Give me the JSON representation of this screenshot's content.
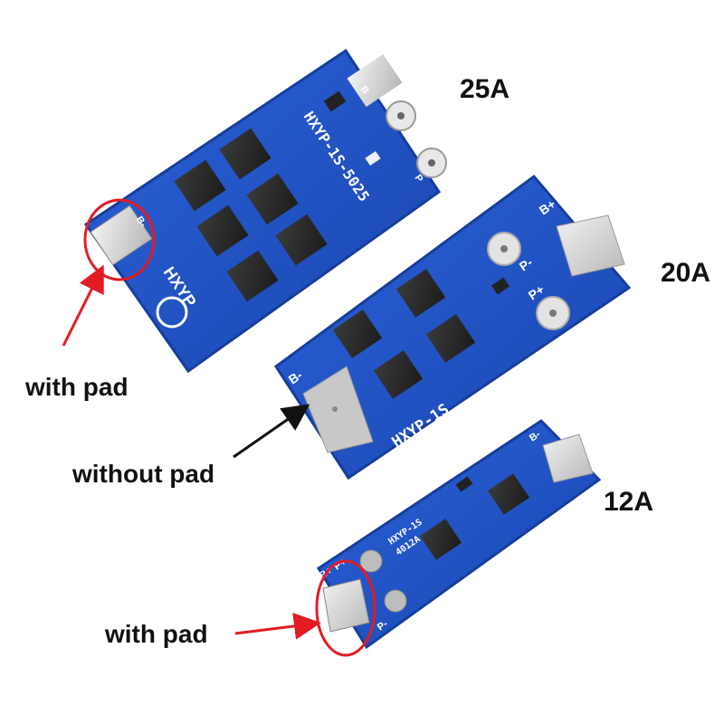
{
  "boards": [
    {
      "id": "board-25a",
      "current_label": "25A",
      "silkscreen_model": "HXYP-1S-5025",
      "brand": "HXYP",
      "terminals": [
        "B-",
        "B",
        "P"
      ],
      "pad_type": "with pad"
    },
    {
      "id": "board-20a",
      "current_label": "20A",
      "silkscreen_model": "HXYP-1S",
      "terminals": [
        "B-",
        "B+",
        "P-",
        "P+"
      ],
      "pad_type": "without pad"
    },
    {
      "id": "board-12a",
      "current_label": "12A",
      "silkscreen_model": "HXYP-1S",
      "silkscreen_sub": "4012A",
      "terminals": [
        "B+",
        "P+",
        "B-",
        "P-"
      ],
      "pad_type": "with pad"
    }
  ],
  "annotations": [
    {
      "text": "with pad",
      "arrow_color": "#e31b23",
      "circle_color": "#e31b23"
    },
    {
      "text": "without pad",
      "arrow_color": "#111111"
    },
    {
      "text": "with pad",
      "arrow_color": "#e31b23",
      "circle_color": "#e31b23"
    }
  ],
  "colors": {
    "pcb_blue": "#1d4fc4",
    "pcb_edge": "#163e9c",
    "silkscreen": "#ffffff",
    "mosfet": "#2b2b2b",
    "pad_silver": "#d9d9d9",
    "annotation_red": "#e31b23"
  }
}
